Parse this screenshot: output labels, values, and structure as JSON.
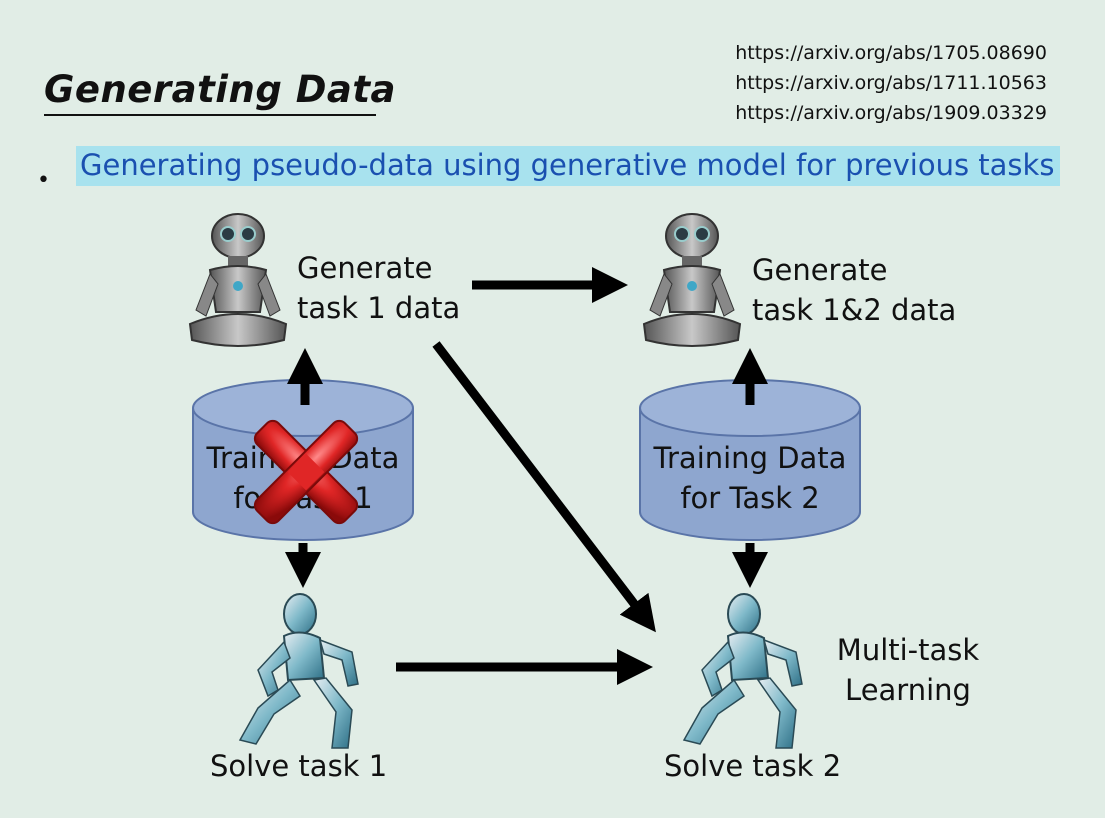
{
  "title": "Generating Data",
  "references": [
    "https://arxiv.org/abs/1705.08690",
    "https://arxiv.org/abs/1711.10563",
    "https://arxiv.org/abs/1909.03329"
  ],
  "bullet": "Generating pseudo-data using generative model for previous tasks",
  "diagram": {
    "generator1_label_line1": "Generate",
    "generator1_label_line2": "task 1 data",
    "generator2_label_line1": "Generate",
    "generator2_label_line2": "task 1&2 data",
    "db1_label_line1": "Training Data",
    "db1_label_line2": "for Task 1",
    "db2_label_line1": "Training Data",
    "db2_label_line2": "for Task 2",
    "solver1_label": "Solve task 1",
    "solver2_label": "Solve task 2",
    "multitask_line1": "Multi-task",
    "multitask_line2": "Learning",
    "db1_crossed_out": true
  },
  "colors": {
    "background": "#e1ede6",
    "highlight": "#a8e2ee",
    "bullet_text": "#1a50b0",
    "cylinder": "#8ea6cf",
    "cross": "#d42020"
  }
}
